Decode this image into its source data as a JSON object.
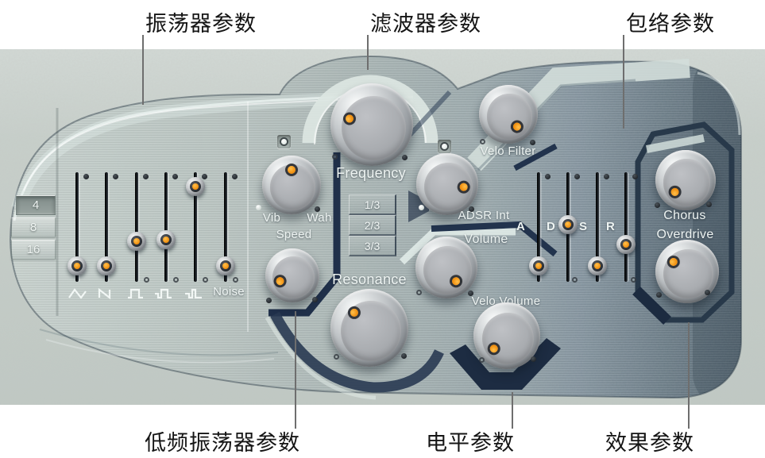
{
  "annotations": {
    "top": [
      {
        "text": "振荡器参数"
      },
      {
        "text": "滤波器参数"
      },
      {
        "text": "包络参数"
      }
    ],
    "bottom": [
      {
        "text": "低频振荡器参数"
      },
      {
        "text": "电平参数"
      },
      {
        "text": "效果参数"
      }
    ]
  },
  "octave": {
    "options": [
      {
        "label": "4",
        "selected": true
      },
      {
        "label": "8",
        "selected": false
      },
      {
        "label": "16",
        "selected": false
      }
    ]
  },
  "oscillator": {
    "noise_label": "Noise",
    "mix_sliders": [
      {
        "wave": "triangle",
        "value": 0.07
      },
      {
        "wave": "sawtooth",
        "value": 0.07
      },
      {
        "wave": "square",
        "value": 0.34
      },
      {
        "wave": "pulse-wide",
        "value": 0.36
      },
      {
        "wave": "pulse-narrow",
        "value": 0.95
      },
      {
        "wave": "noise",
        "value": 0.07
      }
    ]
  },
  "lfo": {
    "vib_label": "Vib",
    "wah_label": "Wah",
    "speed_label": "Speed",
    "vib_wah_knob_angle": 0,
    "speed_knob_angle": 245
  },
  "filter": {
    "frequency_label": "Frequency",
    "frequency_knob_angle": 285,
    "resonance_label": "Resonance",
    "resonance_knob_angle": 315,
    "key_follow_buttons": [
      {
        "label": "1/3"
      },
      {
        "label": "2/3"
      },
      {
        "label": "3/3"
      }
    ]
  },
  "velo_filter": {
    "label": "Velo Filter",
    "knob_angle": 145
  },
  "adsr_int": {
    "label": "ADSR Int",
    "knob_angle": 100
  },
  "level": {
    "volume_label": "Volume",
    "volume_knob_angle": 145,
    "velo_volume_label": "Velo Volume",
    "velo_volume_knob_angle": 225
  },
  "envelope": {
    "sliders": [
      {
        "label": "A",
        "value": 0.07
      },
      {
        "label": "D",
        "value": 0.53
      },
      {
        "label": "S",
        "value": 0.07
      },
      {
        "label": "R",
        "value": 0.31
      }
    ]
  },
  "effects": {
    "chorus_label": "Chorus",
    "chorus_knob_angle": 222,
    "overdrive_label": "Overdrive",
    "overdrive_knob_angle": 305
  },
  "colors": {
    "accent_orange": "#f29111",
    "panel_dark_accent": "#20304a",
    "panel_light_band": "#dce6e2",
    "wall": "#c7cfca"
  }
}
